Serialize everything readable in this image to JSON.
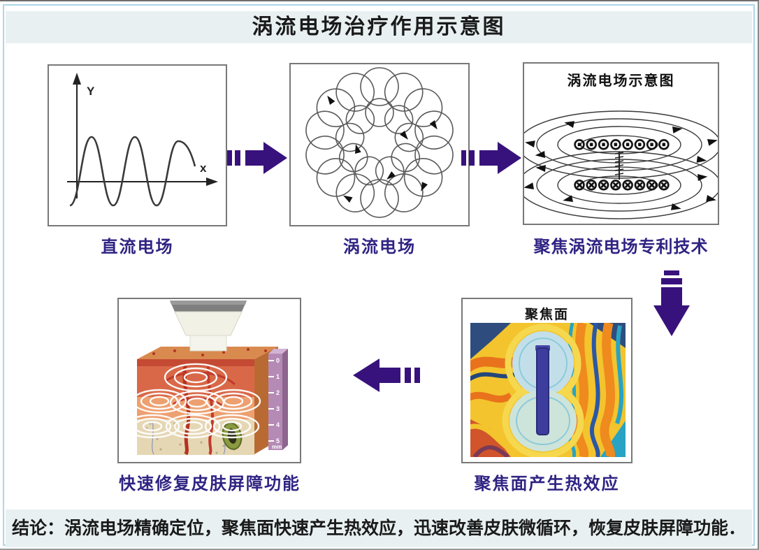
{
  "header": {
    "title": "涡流电场治疗作用示意图"
  },
  "panels": {
    "dc": {
      "caption": "直流电场",
      "y_label": "Y",
      "x_label": "x"
    },
    "eddy": {
      "caption": "涡流电场"
    },
    "focus": {
      "inner_title": "涡流电场示意图",
      "caption": "聚焦涡流电场专利技术",
      "coil_out_row": "⊙⊙⊙⊙⊙⊙⊙⊙",
      "coil_in_row": "⊗⊗⊗⊗⊗⊗⊗⊗"
    },
    "skin": {
      "caption": "快速修复皮肤屏障功能",
      "ruler_ticks": [
        "0",
        "1",
        "2",
        "3",
        "4",
        "5"
      ],
      "ruler_unit": "mm"
    },
    "thermal": {
      "inner_title": "聚焦面",
      "caption": "聚焦面产生热效应"
    }
  },
  "footer": {
    "conclusion": "结论：涡流电场精确定位，聚焦面快速产生热效应，迅速改善皮肤微循环，恢复皮肤屏障功能．"
  },
  "colors": {
    "arrow_purple": "#38127c",
    "caption_purple": "#2f2383",
    "band_bg": "#e8f0f2"
  }
}
